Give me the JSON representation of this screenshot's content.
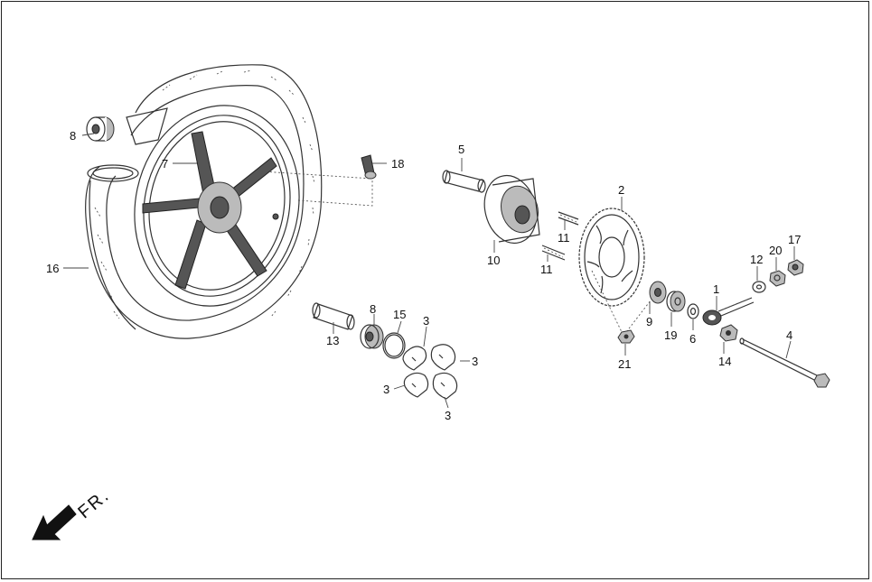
{
  "callouts": {
    "c1": "1",
    "c2": "2",
    "c3a": "3",
    "c3b": "3",
    "c3c": "3",
    "c3d": "3",
    "c4": "4",
    "c5": "5",
    "c6": "6",
    "c7": "7",
    "c8a": "8",
    "c8b": "8",
    "c9": "9",
    "c10": "10",
    "c11a": "11",
    "c11b": "11",
    "c12": "12",
    "c13": "13",
    "c14": "14",
    "c15": "15",
    "c16": "16",
    "c17": "17",
    "c18": "18",
    "c19": "19",
    "c20": "20",
    "c21": "21"
  },
  "direction": {
    "label": "FR."
  },
  "colors": {
    "line": "#333333",
    "fill_dark": "#555555",
    "background": "#ffffff"
  }
}
